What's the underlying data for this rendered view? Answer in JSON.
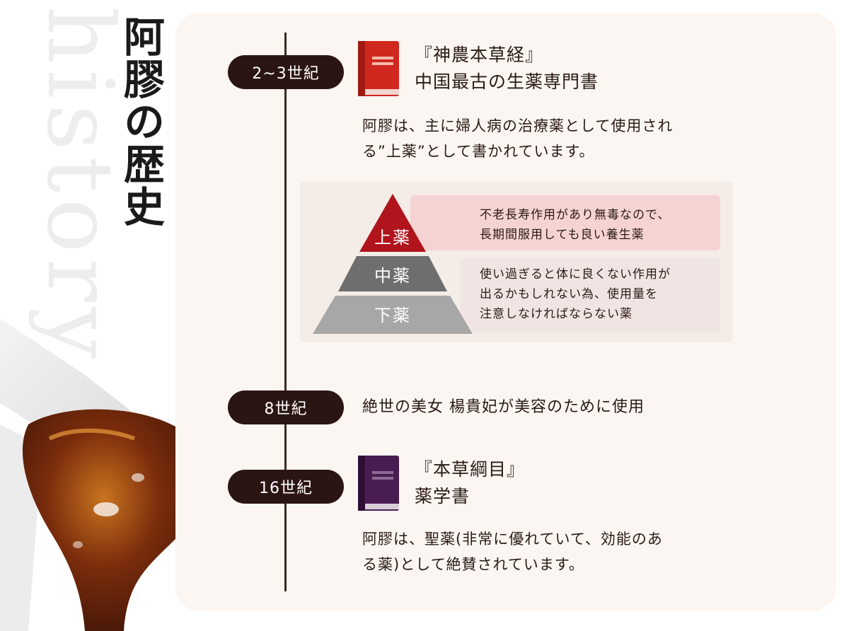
{
  "title": "阿膠の歴史",
  "watermark": "history",
  "timeline": [
    {
      "era": "2~3世紀",
      "book_title": "『神農本草経』",
      "book_subtitle": "中国最古の生薬専門書",
      "desc_line1": "阿膠は、主に婦人病の治療薬として使用され",
      "desc_line2": "る”上薬”として書かれています。",
      "book_color": "#d0281e"
    },
    {
      "era": "8世紀",
      "desc_line1": "絶世の美女 楊貴妃が美容のために使用"
    },
    {
      "era": "16世紀",
      "book_title": "『本草綱目』",
      "book_subtitle": "薬学書",
      "desc_line1": "阿膠は、聖薬(非常に優れていて、効能のあ",
      "desc_line2": "る薬)として絶賛されています。",
      "book_color": "#4a1d52"
    }
  ],
  "pyramid": {
    "levels": [
      {
        "label": "上薬",
        "color": "#b0141c"
      },
      {
        "label": "中薬",
        "color": "#6e6e6e"
      },
      {
        "label": "下薬",
        "color": "#a7a7a7"
      }
    ],
    "top_note_line1": "不老長寿作用があり無毒なので、",
    "top_note_line2": "長期間服用しても良い養生薬",
    "bottom_note_line1": "使い過ぎると体に良くない作用が",
    "bottom_note_line2": "出るかもしれない為、使用量を",
    "bottom_note_line3": "注意しなければならない薬"
  }
}
